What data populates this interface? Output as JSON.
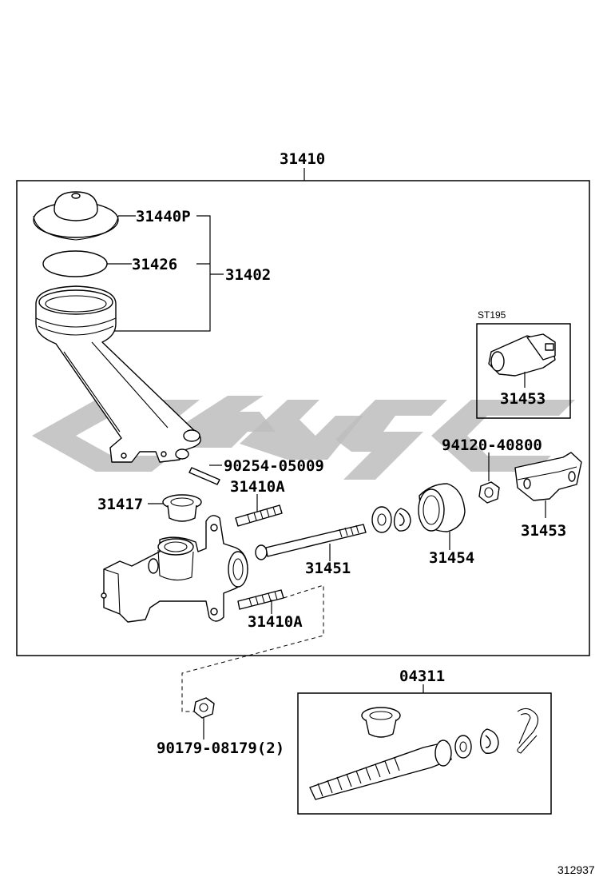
{
  "diagram": {
    "assembly_number": "31410",
    "kit_number": "04311",
    "reference_id": "312937",
    "inset_label": "ST195",
    "watermark_color": "#bdbdbd",
    "parts": {
      "p31440P": "31440P",
      "p31426": "31426",
      "p31402": "31402",
      "p31453_inset": "31453",
      "p94120": "94120-40800",
      "p90254": "90254-05009",
      "p31410A_top": "31410A",
      "p31417": "31417",
      "p31451": "31451",
      "p31454": "31454",
      "p31453": "31453",
      "p31410A_bottom": "31410A",
      "p90179": "90179-08179(2)"
    }
  }
}
